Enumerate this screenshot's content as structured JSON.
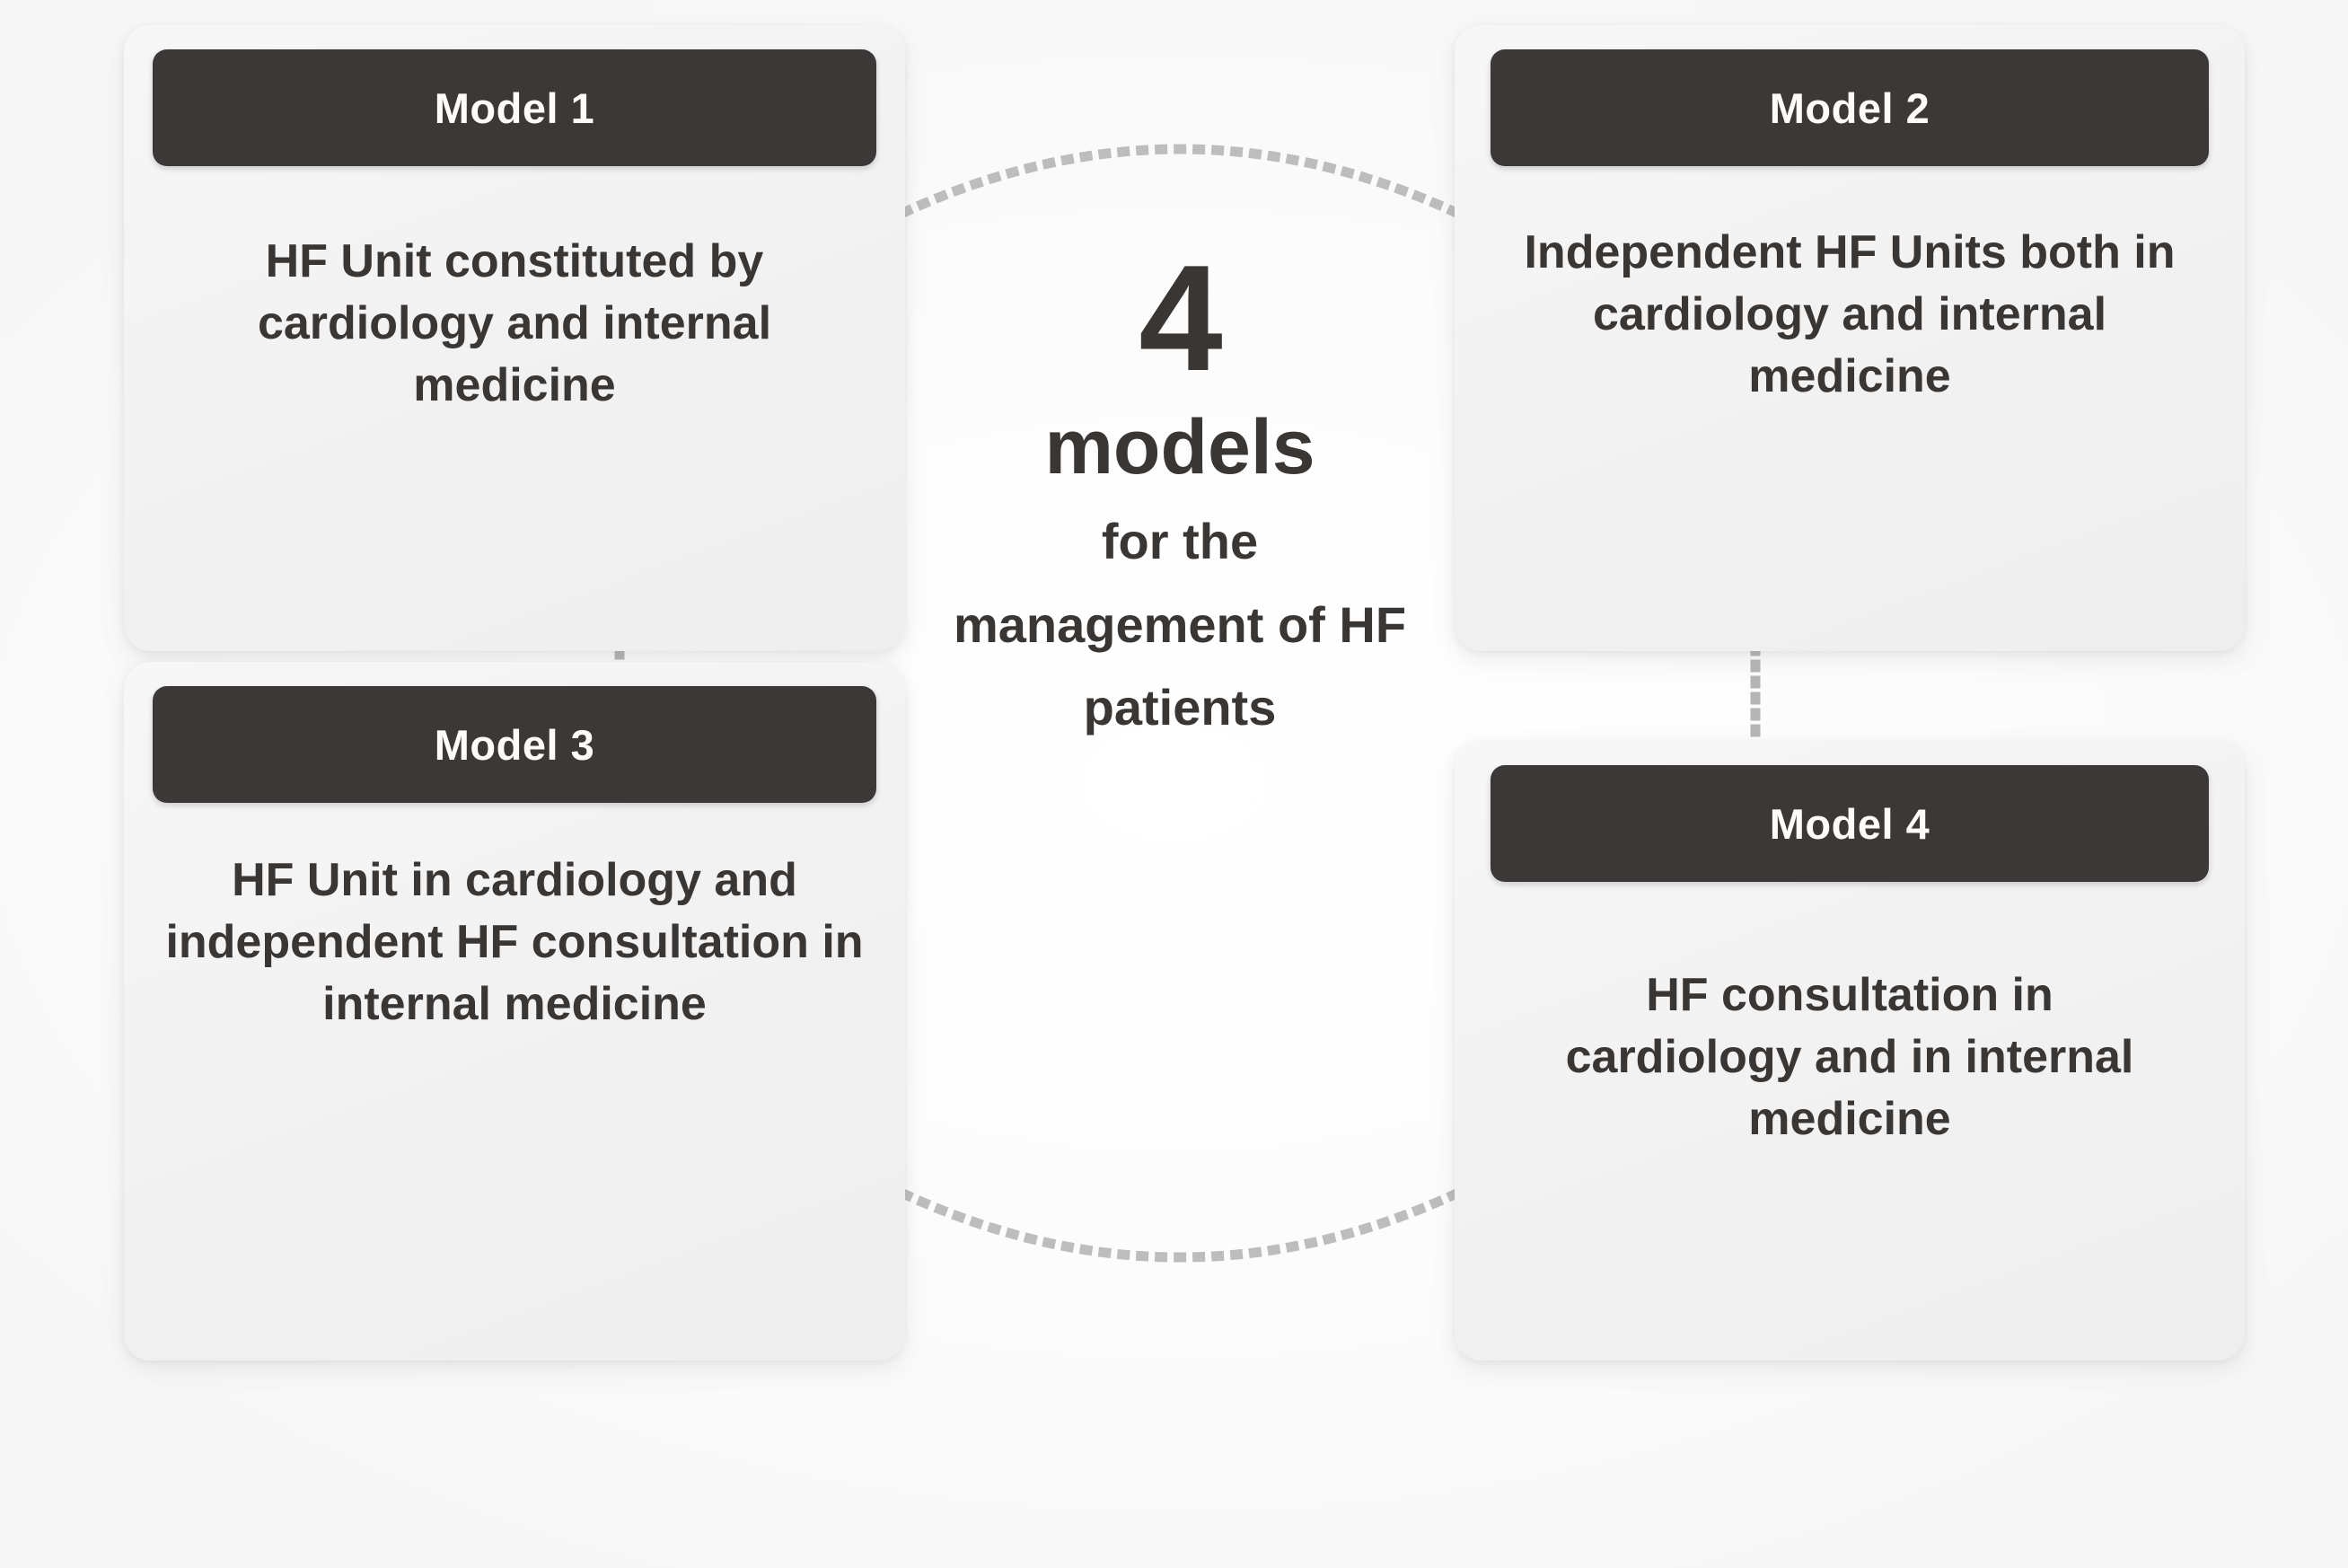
{
  "diagram": {
    "title": "4 models for the management of HF patients",
    "center": {
      "count": "4",
      "unit": "models",
      "lines": [
        "for the",
        "management of HF",
        "patients"
      ]
    },
    "cards": [
      {
        "header": "Model 1",
        "body": "HF Unit constituted by cardiology and internal medicine"
      },
      {
        "header": "Model 2",
        "body": "Independent HF Units both in cardiology and internal medicine"
      },
      {
        "header": "Model 3",
        "body": "HF Unit in cardiology and independent HF consultation in internal medicine"
      },
      {
        "header": "Model 4",
        "body": "HF consultation in cardiology and in internal medicine"
      }
    ],
    "colors": {
      "header_background": "#3c3837",
      "header_text": "#fdfcfa",
      "body_text": "#3a3634",
      "card_background": "#f3f2f2",
      "canvas_background": "#fbfbfb",
      "connector": "#b8b8b8"
    }
  }
}
